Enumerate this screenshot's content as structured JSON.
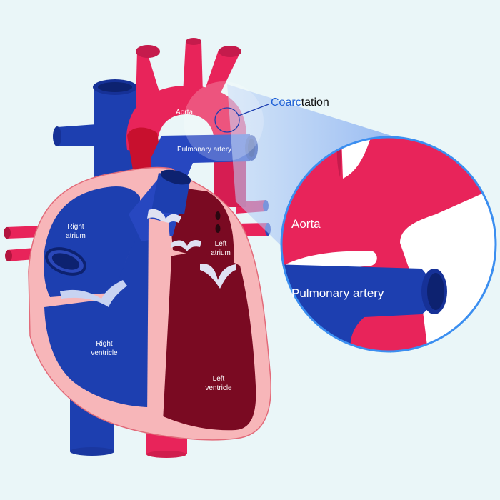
{
  "heart": {
    "aorta": "Aorta",
    "pulmonary_artery": "Pulmonary artery",
    "right_atrium": [
      "Right",
      "atrium"
    ],
    "right_ventricle": [
      "Right",
      "ventricle"
    ],
    "left_atrium": [
      "Left",
      "atrium"
    ],
    "left_ventricle": [
      "Left",
      "ventricle"
    ]
  },
  "callout": {
    "coarctation_prefix": "Coarc",
    "coarctation_suffix": "tation"
  },
  "zoom": {
    "aorta": "Aorta",
    "pulmonary_artery": "Pulmonary artery"
  },
  "colors": {
    "background": "#eaf6f8",
    "oxygenated": "#e8245a",
    "deoxygenated": "#1d3fb0",
    "left_chamber": "#7a0a22",
    "heart_wall": "#f7b6b9",
    "accent_blue": "#3b8ef0"
  }
}
